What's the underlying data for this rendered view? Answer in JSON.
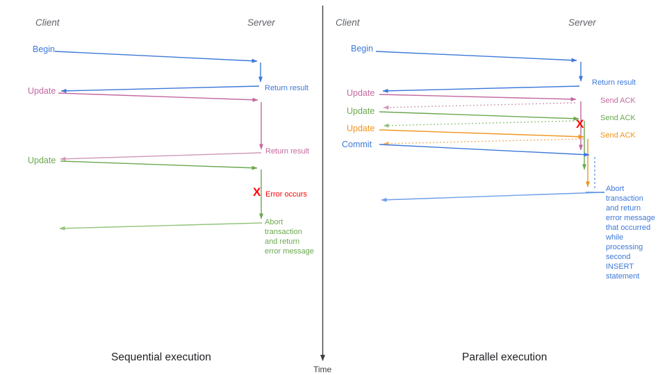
{
  "palette": {
    "blue": "#3c78d8",
    "lightBlue": "#6d9eeb",
    "pink": "#c2689f",
    "lightPink": "#cf9ab8",
    "green": "#6aa84f",
    "lightGreen": "#93c47d",
    "orange": "#ef941e",
    "lightOrange": "#f3b05e",
    "red": "#ff0000",
    "axis": "#3c4043",
    "header": "#5f6368",
    "caption": "#202124"
  },
  "time_axis": {
    "label": "Time"
  },
  "left": {
    "caption": "Sequential execution",
    "client_header": "Client",
    "server_header": "Server",
    "labels": {
      "begin": "Begin",
      "return_result_1": "Return result",
      "update_1": "Update",
      "return_result_2": "Return result",
      "update_2": "Update",
      "x_mark": "X",
      "error": "Error occurs",
      "abort": "Abort\ntransaction\nand return\nerror message"
    }
  },
  "right": {
    "caption": "Parallel execution",
    "client_header": "Client",
    "server_header": "Server",
    "labels": {
      "begin": "Begin",
      "return_result": "Return result",
      "update_1": "Update",
      "send_ack_1": "Send ACK",
      "update_2": "Update",
      "send_ack_2": "Send ACK",
      "update_3": "Update",
      "send_ack_3": "Send ACK",
      "commit": "Commit",
      "x_mark": "X",
      "abort": "Abort\ntransaction\nand return\nerror message\nthat occurred\nwhile\nprocessing\nsecond\nINSERT\nstatement"
    }
  }
}
